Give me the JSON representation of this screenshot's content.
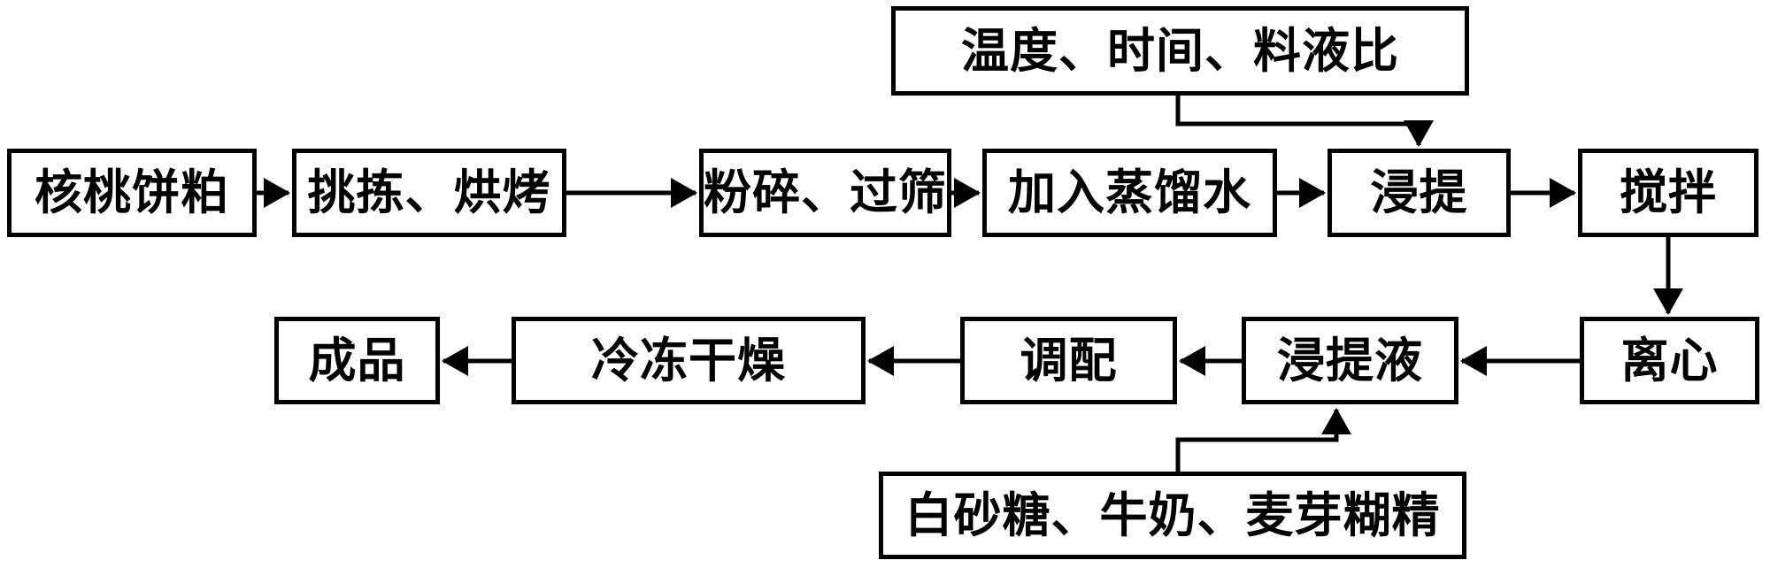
{
  "colors": {
    "background": "#ffffff",
    "line": "#000000",
    "text": "#000000"
  },
  "nodes": {
    "params_top": {
      "label": "温度、时间、料液比"
    },
    "walnut_meal": {
      "label": "核桃饼粕"
    },
    "pick_bake": {
      "label": "挑拣、烘烤"
    },
    "crush_sieve": {
      "label": "粉碎、过筛"
    },
    "add_water": {
      "label": "加入蒸馏水"
    },
    "extract": {
      "label": "浸提"
    },
    "stir": {
      "label": "搅拌"
    },
    "centrifuge": {
      "label": "离心"
    },
    "extract_liquid": {
      "label": "浸提液"
    },
    "blend": {
      "label": "调配"
    },
    "freeze_dry": {
      "label": "冷冻干燥"
    },
    "product": {
      "label": "成品"
    },
    "additives_bottom": {
      "label": "白砂糖、牛奶、麦芽糊精"
    }
  }
}
